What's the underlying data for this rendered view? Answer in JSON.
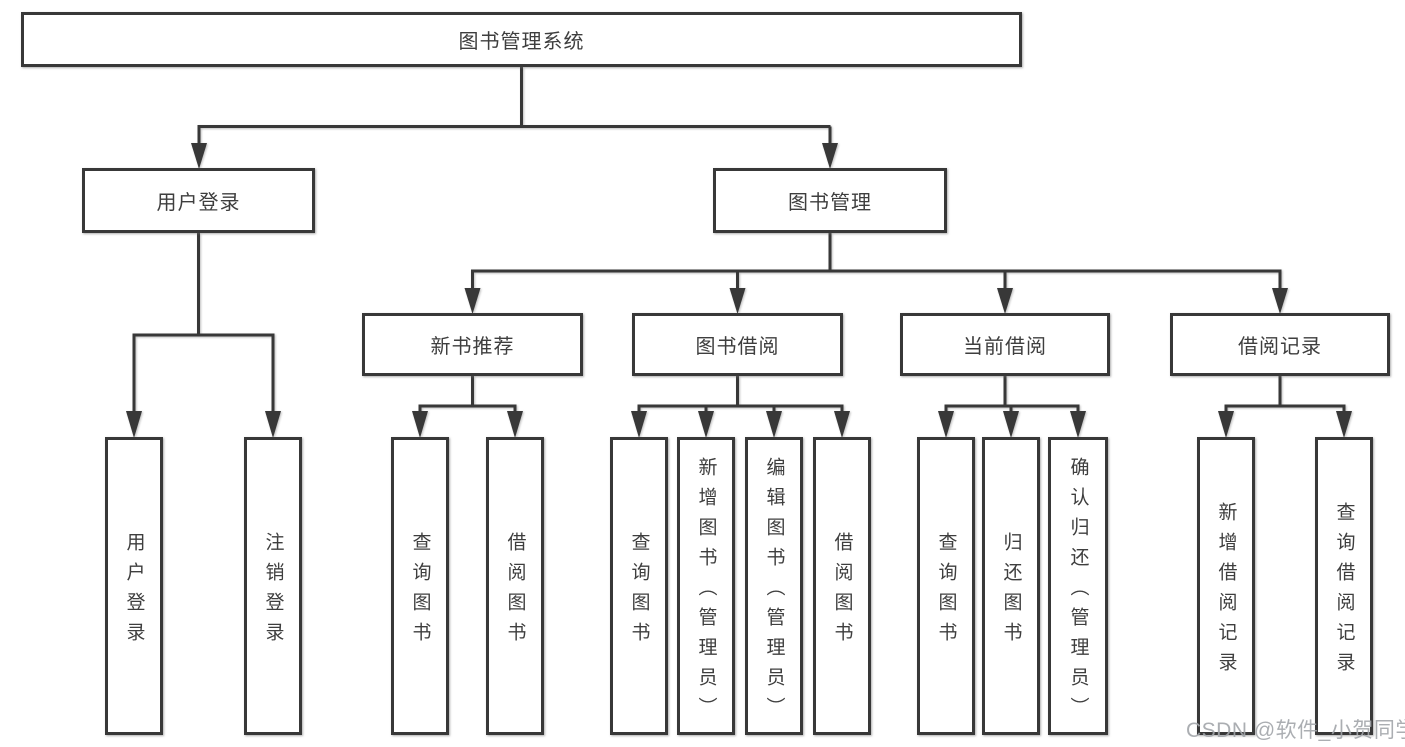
{
  "diagram_title": "图书管理系统",
  "watermark": "CSDN @软件_小贺同学",
  "colors": {
    "line": "#383838",
    "box_border": "#383838",
    "text": "#3e3e3e",
    "background": "#ffffff",
    "watermark": "#a2a5aa"
  },
  "tree": {
    "label": "图书管理系统",
    "children": [
      {
        "label": "用户登录",
        "children": [
          {
            "label": "用户登录"
          },
          {
            "label": "注销登录"
          }
        ]
      },
      {
        "label": "图书管理",
        "children": [
          {
            "label": "新书推荐",
            "children": [
              {
                "label": "查询图书"
              },
              {
                "label": "借阅图书"
              }
            ]
          },
          {
            "label": "图书借阅",
            "children": [
              {
                "label": "查询图书"
              },
              {
                "label": "新增图书（管理员）"
              },
              {
                "label": "编辑图书（管理员）"
              },
              {
                "label": "借阅图书"
              }
            ]
          },
          {
            "label": "当前借阅",
            "children": [
              {
                "label": "查询图书"
              },
              {
                "label": "归还图书"
              },
              {
                "label": "确认归还（管理员）"
              }
            ]
          },
          {
            "label": "借阅记录",
            "children": [
              {
                "label": "新增借阅记录"
              },
              {
                "label": "查询借阅记录"
              }
            ]
          }
        ]
      }
    ]
  }
}
